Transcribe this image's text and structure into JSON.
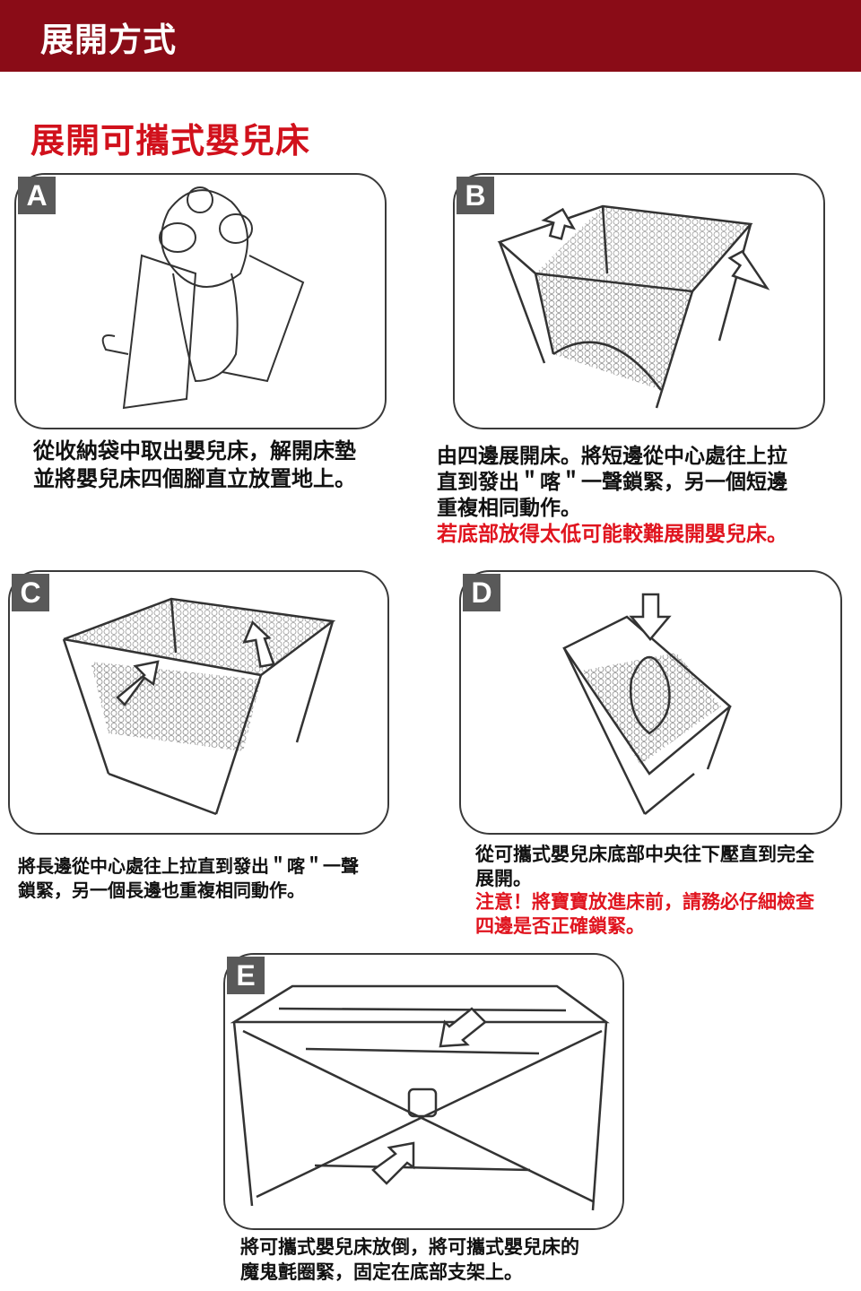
{
  "header": {
    "title": "展開方式"
  },
  "subtitle": "展開可攜式嬰兒床",
  "steps": [
    {
      "label": "A",
      "lines": [
        "從收納袋中取出嬰兒床，解開床墊",
        "並將嬰兒床四個腳直立放置地上。"
      ],
      "warning": []
    },
    {
      "label": "B",
      "lines": [
        "由四邊展開床。將短邊從中心處往上拉",
        "直到發出＂喀＂一聲鎖緊，另一個短邊",
        "重複相同動作。"
      ],
      "warning": [
        "若底部放得太低可能較難展開嬰兒床。"
      ]
    },
    {
      "label": "C",
      "lines": [
        "將長邊從中心處往上拉直到發出＂喀＂一聲",
        "鎖緊，另一個長邊也重複相同動作。"
      ],
      "warning": []
    },
    {
      "label": "D",
      "lines": [
        "從可攜式嬰兒床底部中央往下壓直到完全",
        "展開。"
      ],
      "warning": [
        "注意！將寶寶放進床前，請務必仔細檢查",
        "四邊是否正確鎖緊。"
      ]
    },
    {
      "label": "E",
      "lines": [
        "將可攜式嬰兒床放倒，將可攜式嬰兒床的",
        "魔鬼氈圈緊，固定在底部支架上。"
      ],
      "warning": []
    }
  ]
}
